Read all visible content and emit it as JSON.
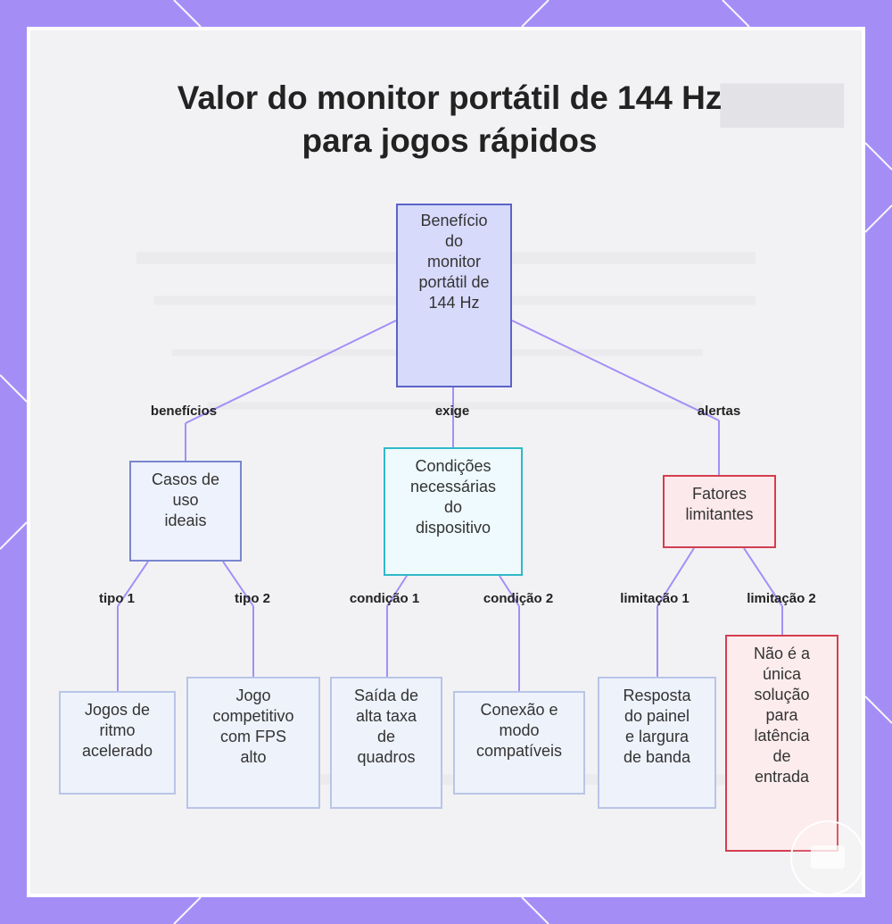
{
  "title": {
    "line1": "Valor do monitor portátil de 144 Hz",
    "line2": "para jogos rápidos"
  },
  "colors": {
    "frame": "#a48ef6",
    "line": "#a48ef6",
    "root_fill": "#d8dafc",
    "teal_border": "#2fb9c8",
    "red_border": "#d43d4f"
  },
  "root": {
    "lines": [
      "Benefício",
      "do",
      "monitor",
      "portátil de",
      "144 Hz"
    ]
  },
  "edges": {
    "beneficios": "benefícios",
    "exige": "exige",
    "alertas": "alertas",
    "tipo1": "tipo 1",
    "tipo2": "tipo 2",
    "condicao1": "condição 1",
    "condicao2": "condição 2",
    "limitacao1": "limitação 1",
    "limitacao2": "limitação 2"
  },
  "nodes": {
    "casos": [
      "Casos de",
      "uso",
      "ideais"
    ],
    "condicoes": [
      "Condições",
      "necessárias",
      "do",
      "dispositivo"
    ],
    "fatores": [
      "Fatores",
      "limitantes"
    ],
    "jogos_ritmo": [
      "Jogos de",
      "ritmo",
      "acelerado"
    ],
    "jogo_competitivo": [
      "Jogo",
      "competitivo",
      "com FPS",
      "alto"
    ],
    "saida": [
      "Saída de",
      "alta taxa",
      "de",
      "quadros"
    ],
    "conexao": [
      "Conexão e",
      "modo",
      "compatíveis"
    ],
    "resposta": [
      "Resposta",
      "do painel",
      "e largura",
      "de banda"
    ],
    "nao_unica": [
      "Não é a",
      "única",
      "solução",
      "para",
      "latência",
      "de",
      "entrada"
    ]
  },
  "icons": {
    "chat": "chat-bubble-icon"
  }
}
